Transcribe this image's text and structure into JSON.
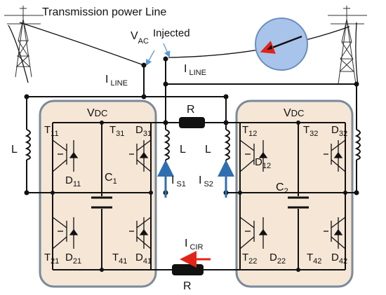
{
  "title": "Transmission power Line",
  "vac": {
    "main": "V",
    "sub": "AC"
  },
  "injected": "Injected",
  "iline_left": {
    "main": "I",
    "sub": "LINE"
  },
  "iline_right": {
    "main": "I",
    "sub": "LINE"
  },
  "r_top": "R",
  "r_bottom": "R",
  "l_outer_left": "L",
  "l_inner_left": "L",
  "l_inner_right": "L",
  "vdc_left": {
    "main": "V",
    "sub": "DC"
  },
  "vdc_right": {
    "main": "V",
    "sub": "DC"
  },
  "left_bridge": {
    "t11": {
      "main": "T",
      "sub": "11"
    },
    "d11": {
      "main": "D",
      "sub": "11"
    },
    "t31": {
      "main": "T",
      "sub": "31"
    },
    "d31": {
      "main": "D",
      "sub": "31"
    },
    "c1": {
      "main": "C",
      "sub": "1"
    },
    "t21": {
      "main": "T",
      "sub": "21"
    },
    "d21": {
      "main": "D",
      "sub": "21"
    },
    "t41": {
      "main": "T",
      "sub": "41"
    },
    "d41": {
      "main": "D",
      "sub": "41"
    }
  },
  "right_bridge": {
    "t12": {
      "main": "T",
      "sub": "12"
    },
    "d12": {
      "main": "D",
      "sub": "12"
    },
    "t32": {
      "main": "T",
      "sub": "32"
    },
    "d32": {
      "main": "D",
      "sub": "32"
    },
    "c2": {
      "main": "C",
      "sub": "2"
    },
    "t22": {
      "main": "T",
      "sub": "22"
    },
    "d22": {
      "main": "D",
      "sub": "22"
    },
    "t42": {
      "main": "T",
      "sub": "42"
    },
    "d42": {
      "main": "D",
      "sub": "42"
    }
  },
  "is1": {
    "main": "I",
    "sub": "S1"
  },
  "is2": {
    "main": "I",
    "sub": "S2"
  },
  "icir": {
    "main": "I",
    "sub": "CIR"
  },
  "colors": {
    "panel_fill": "#f5e6d6",
    "panel_border": "#7a8a9a",
    "meter_fill": "#a9c4ea",
    "arrow_blue": "#2f6fb0",
    "arrow_red": "#e2231a"
  }
}
